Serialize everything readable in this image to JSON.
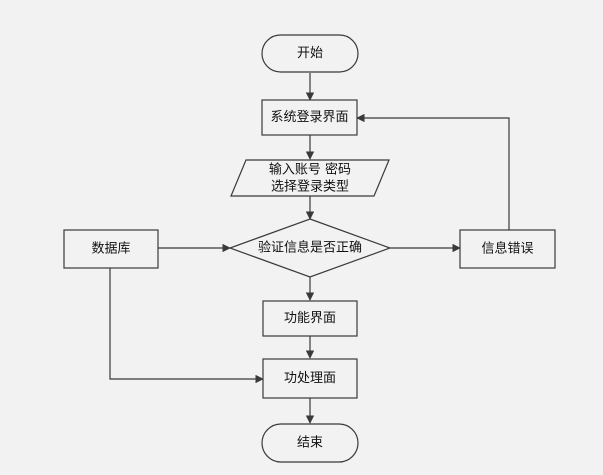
{
  "colors": {
    "background": "#f2f2f2",
    "node_fill": "#f2f2f2",
    "stroke": "#3a3a3a",
    "text": "#111111"
  },
  "nodes": {
    "start": "开始",
    "login_screen": "系统登录界面",
    "input_line1": "输入账号 密码",
    "input_line2": "选择登录类型",
    "verify": "验证信息是否正确",
    "database": "数据库",
    "error": "信息错误",
    "function_screen": "功能界面",
    "processing": "功处理面",
    "end": "结束"
  }
}
